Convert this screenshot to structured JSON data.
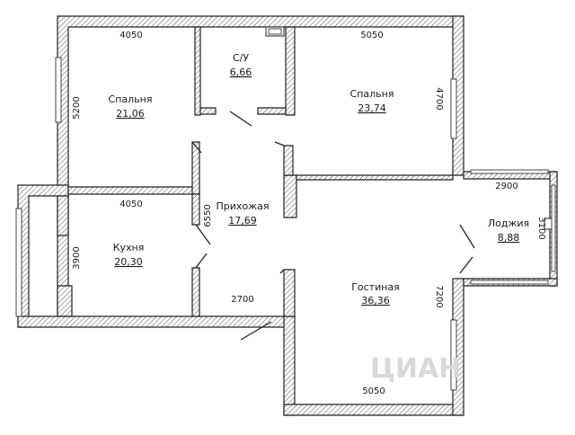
{
  "rooms": [
    {
      "name": "Спальня",
      "area": "21,06"
    },
    {
      "name": "С/У",
      "area": "6,66"
    },
    {
      "name": "Спальня",
      "area": "23,74"
    },
    {
      "name": "Кухня",
      "area": "20,30"
    },
    {
      "name": "Прихожая",
      "area": "17,69"
    },
    {
      "name": "Лоджия",
      "area": "8,88"
    },
    {
      "name": "Гостиная",
      "area": "36,36"
    }
  ],
  "dimensions": {
    "bedroom1_width": "4050",
    "bedroom1_height": "5200",
    "bedroom2_width": "5050",
    "bedroom2_height": "4700",
    "kitchen_width": "4050",
    "kitchen_height": "3900",
    "hall_height": "6550",
    "hall_width": "2700",
    "living_height": "7200",
    "living_width": "5050",
    "loggia_width": "2900",
    "loggia_height": "3100"
  },
  "watermark": "ЦИАН",
  "colors": {
    "wall_line": "#222222",
    "hatch": "#555555",
    "background": "#ffffff"
  }
}
